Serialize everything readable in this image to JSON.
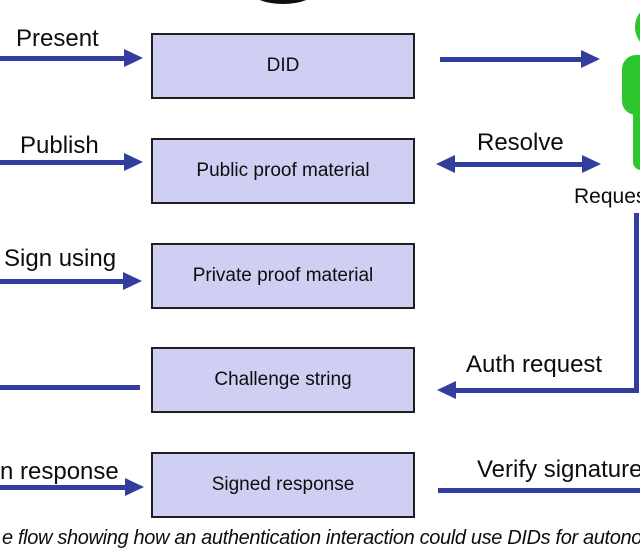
{
  "flow": {
    "boxes": [
      {
        "label": "DID"
      },
      {
        "label": "Public proof material"
      },
      {
        "label": "Private proof material"
      },
      {
        "label": "Challenge string"
      },
      {
        "label": "Signed response"
      }
    ],
    "edge_labels": {
      "present": "Present",
      "publish": "Publish",
      "sign_using": "Sign using",
      "response": "n response",
      "resolve": "Resolve",
      "auth_request": "Auth request",
      "verify_signature": "Verify signature"
    },
    "party_label": "Reques",
    "caption": "e flow showing how an authentication interaction could use DIDs for autonomou",
    "colors": {
      "box_fill": "#cfcff4",
      "box_border": "#1f1f1f",
      "arrow": "#333d9e",
      "figure": "#2ec62e"
    }
  }
}
